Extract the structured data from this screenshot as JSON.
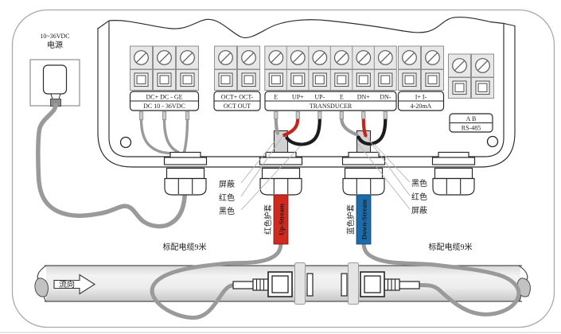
{
  "power_supply": {
    "line1": "10~36VDC",
    "line2": "电源"
  },
  "terminals": {
    "dc": {
      "row1": "DC+  DC   -  GE",
      "row2": "DC  10  -  36VDC"
    },
    "oct": {
      "row1": "OCT+ OCT-",
      "row2": "OCT OUT"
    },
    "transducer": {
      "pins": [
        "E",
        "UP+",
        "UP-",
        "E",
        "DN+",
        "DN-"
      ],
      "name": "TRANSDUCER"
    },
    "current_loop": {
      "row1": "I+   I-",
      "row2": "4-20mA"
    },
    "rs485": {
      "row1": "A    B",
      "row2": "RS-485"
    }
  },
  "wire_tags_left": {
    "shield": "屏蔽",
    "red": "红色",
    "black": "黑色"
  },
  "wire_tags_right": {
    "black": "黑色",
    "red": "红色",
    "shield": "屏蔽"
  },
  "upstream_cable": {
    "sheath_label": "红色护套",
    "stream_label": "Up-Stream",
    "sheath_color": "#d02a20"
  },
  "downstream_cable": {
    "sheath_label": "蓝色护套",
    "stream_label": "Down-Stream",
    "sheath_color": "#1c6cab"
  },
  "cable_note_left": "标配电缆9米",
  "cable_note_right": "标配电缆9米",
  "flow": {
    "label": "流向"
  },
  "colors": {
    "wire_red": "#c4261d",
    "wire_black": "#1c1c1c",
    "wire_shield": "#9a9a9a",
    "cable_gray": "#9a9a9a"
  }
}
